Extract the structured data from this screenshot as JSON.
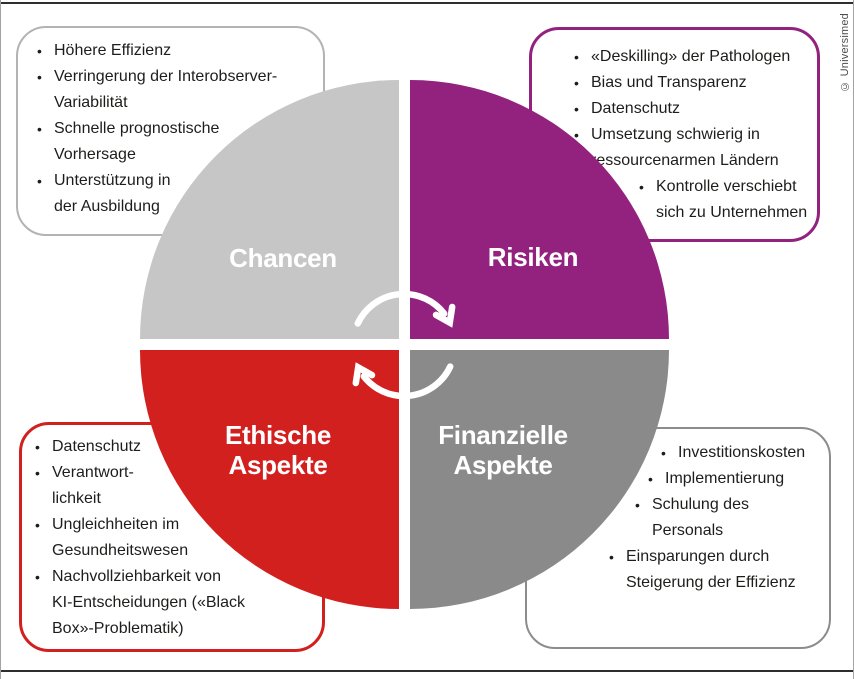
{
  "credit": "© Universimed",
  "diagram": {
    "bullet_char": "•",
    "cycle_icon": "clockwise-rotation-arrows",
    "quadrants": {
      "top_left": {
        "label": "Chancen",
        "color": "#c6c6c6"
      },
      "top_right": {
        "label": "Risiken",
        "color": "#93217e"
      },
      "bottom_left": {
        "label": "Ethische Aspekte",
        "label_lines": [
          "Ethische",
          "Aspekte"
        ],
        "color": "#d2201f"
      },
      "bottom_right": {
        "label": "Finanzielle Aspekte",
        "label_lines": [
          "Finanzielle",
          "Aspekte"
        ],
        "color": "#8a8a8a"
      }
    }
  },
  "boxes": {
    "top_left": {
      "border_color": "#b3b3b3",
      "items": [
        {
          "lines": [
            "Höhere Effizienz"
          ]
        },
        {
          "lines": [
            "Verringerung der Interobserver-",
            "Variabilität"
          ]
        },
        {
          "lines": [
            "Schnelle prognostische",
            "Vorhersage"
          ]
        },
        {
          "lines": [
            "Unterstützung in",
            "der Ausbildung"
          ]
        }
      ]
    },
    "top_right": {
      "border_color": "#93217e",
      "items": [
        {
          "lines": [
            "«Deskilling» der Pathologen"
          ]
        },
        {
          "lines": [
            "Bias und Transparenz"
          ]
        },
        {
          "lines": [
            "Datenschutz"
          ]
        },
        {
          "lines": [
            "Umsetzung schwierig in",
            "ressourcenarmen Ländern"
          ]
        },
        {
          "lines": [
            "Kontrolle verschiebt",
            "sich zu Unternehmen"
          ],
          "indent": 5
        }
      ]
    },
    "bottom_left": {
      "border_color": "#d2201f",
      "items": [
        {
          "lines": [
            "Datenschutz"
          ]
        },
        {
          "lines": [
            "Verantwort-",
            "lichkeit"
          ]
        },
        {
          "lines": [
            "Ungleichheiten im",
            "Gesundheitswesen"
          ]
        },
        {
          "lines": [
            "Nachvollziehbarkeit von",
            "KI-Entscheidungen («Black",
            "Box»-Problematik)"
          ]
        }
      ]
    },
    "bottom_right": {
      "border_color": "#8c8c8c",
      "items": [
        {
          "lines": [
            "Investitionskosten"
          ],
          "indent": 6
        },
        {
          "lines": [
            "Implementierung"
          ],
          "indent": 5
        },
        {
          "lines": [
            "Schulung des",
            "Personals"
          ],
          "indent": 4
        },
        {
          "lines": [
            "Einsparungen durch",
            "Steigerung der Effizienz"
          ],
          "indent": 2
        }
      ]
    }
  }
}
